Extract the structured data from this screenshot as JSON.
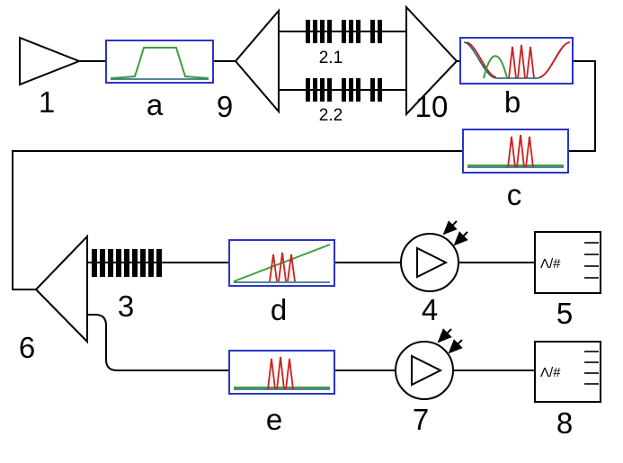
{
  "labels": {
    "amp1": "1",
    "filter_a": "a",
    "splitter9": "9",
    "fbg21": "2.1",
    "fbg22": "2.2",
    "combiner10": "10",
    "filter_b": "b",
    "filter_c": "c",
    "fbg3": "3",
    "filter_d": "d",
    "detector4": "4",
    "analyzer5": "5",
    "splitter6": "6",
    "filter_e": "e",
    "detector7": "7",
    "analyzer8": "8",
    "analyzer5_symbol": "Λ/#",
    "analyzer8_symbol": "Λ/#"
  },
  "colors": {
    "line": "#000000",
    "box_border": "#2a35c8",
    "curve_green": "#3c9e3c",
    "curve_red": "#cc2020",
    "curve_teal": "#1f5f6f"
  }
}
